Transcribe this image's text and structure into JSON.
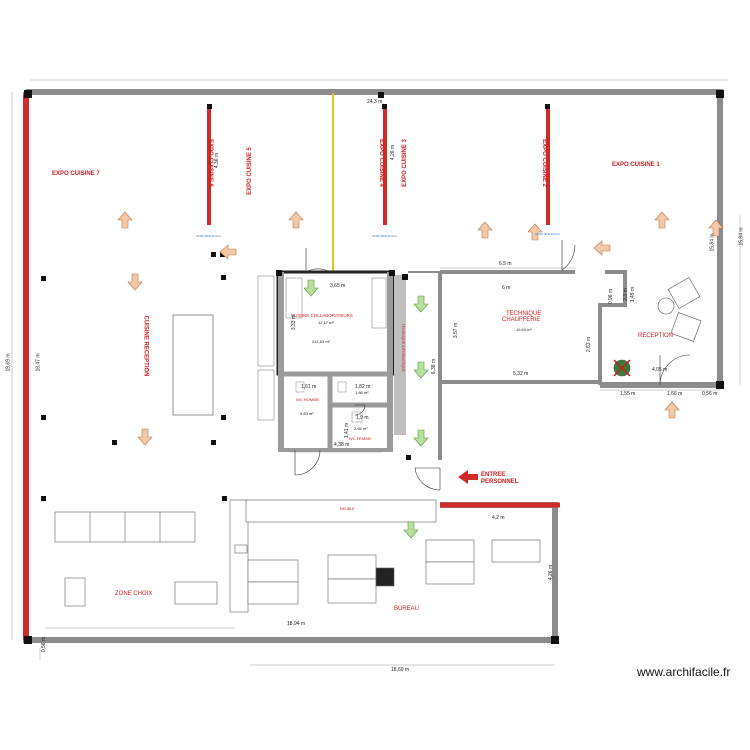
{
  "rooms": {
    "expo_cuisine_7": "EXPO CUISINE 7",
    "expo_cuisine_6": "EXPO CUISINE 6",
    "expo_cuisine_5": "EXPO CUISINE 5",
    "expo_cuisine_4": "EXPO CUISINE 4",
    "expo_cuisine_3": "EXPO CUISINE 3",
    "expo_cuisine_2": "EXPO CUISINE 2",
    "expo_cuisine_1": "EXPO CUISINE 1",
    "cuisine_reception": "CUISINE RECEPTION",
    "cuisine_collab": "CUISINE COLLABORATEURS",
    "cuisine_collab_area": "12,17 m²",
    "total_area": "241,63 m²",
    "technique_line1": "TECHNIQUE",
    "technique_line2": "CHAUFFERIE",
    "technique_area": "19,64 m²",
    "reception": "RECEPTION",
    "wc_homme": "WC HOMME",
    "wc_homme_area": "4,83 m²",
    "wc_femme": "WC FEMME",
    "wc_femme_area": "2,65 m²",
    "small_room_area": "1,86 m²",
    "technique_rack": "TECHNIQUE INFORMATIQUE",
    "zone_choix": "ZONE CHOIX",
    "bureau": "BUREAU",
    "entree_line1": "ENTREE",
    "entree_line2": "PERSONNEL",
    "meuble": "MEUBLE"
  },
  "dimensions": {
    "top": "24,3 m",
    "right_outer": "15,84 m",
    "left_outer": "19,69 m",
    "left_inner": "18,47 m",
    "bottom_outer": "18,69 m",
    "bottom_inner": "18,94 m",
    "bottom_left_small": "0,56 m",
    "expo6_width": "4,36 m",
    "expo4_width": "4,26 m",
    "kitchen_top": "3,65 m",
    "kitchen_side": "3,33 m",
    "tech_top_outer": "6,5 m",
    "tech_top_inner": "6 m",
    "tech_side": "3,57 m",
    "tech_bottom": "5,32 m",
    "tech_inner_small": "0,96 m",
    "tech_inner_small2": "2,3 m",
    "tech_inner_small3": "1,45 m",
    "tech_inner_side": "2,63 m",
    "reception_bottom": "4,05 m",
    "reception_right": "15,84 m",
    "entry_left": "1,55 m",
    "entry_mid": "1,66 m",
    "entry_right": "0,56 m",
    "corridor_side": "6,38 m",
    "wc_top": "1,61 m",
    "wc_mid": "1,82 m",
    "wc_mid2": "1,9 m",
    "wc_side": "1,41 m",
    "wc_bottom": "4,38 m",
    "office_right_top": "4,2 m",
    "office_right_side": "4,26 m"
  },
  "annotations": {
    "sensor": "DETECTEUR EN ALU"
  },
  "watermark": "www.archifacile.fr"
}
